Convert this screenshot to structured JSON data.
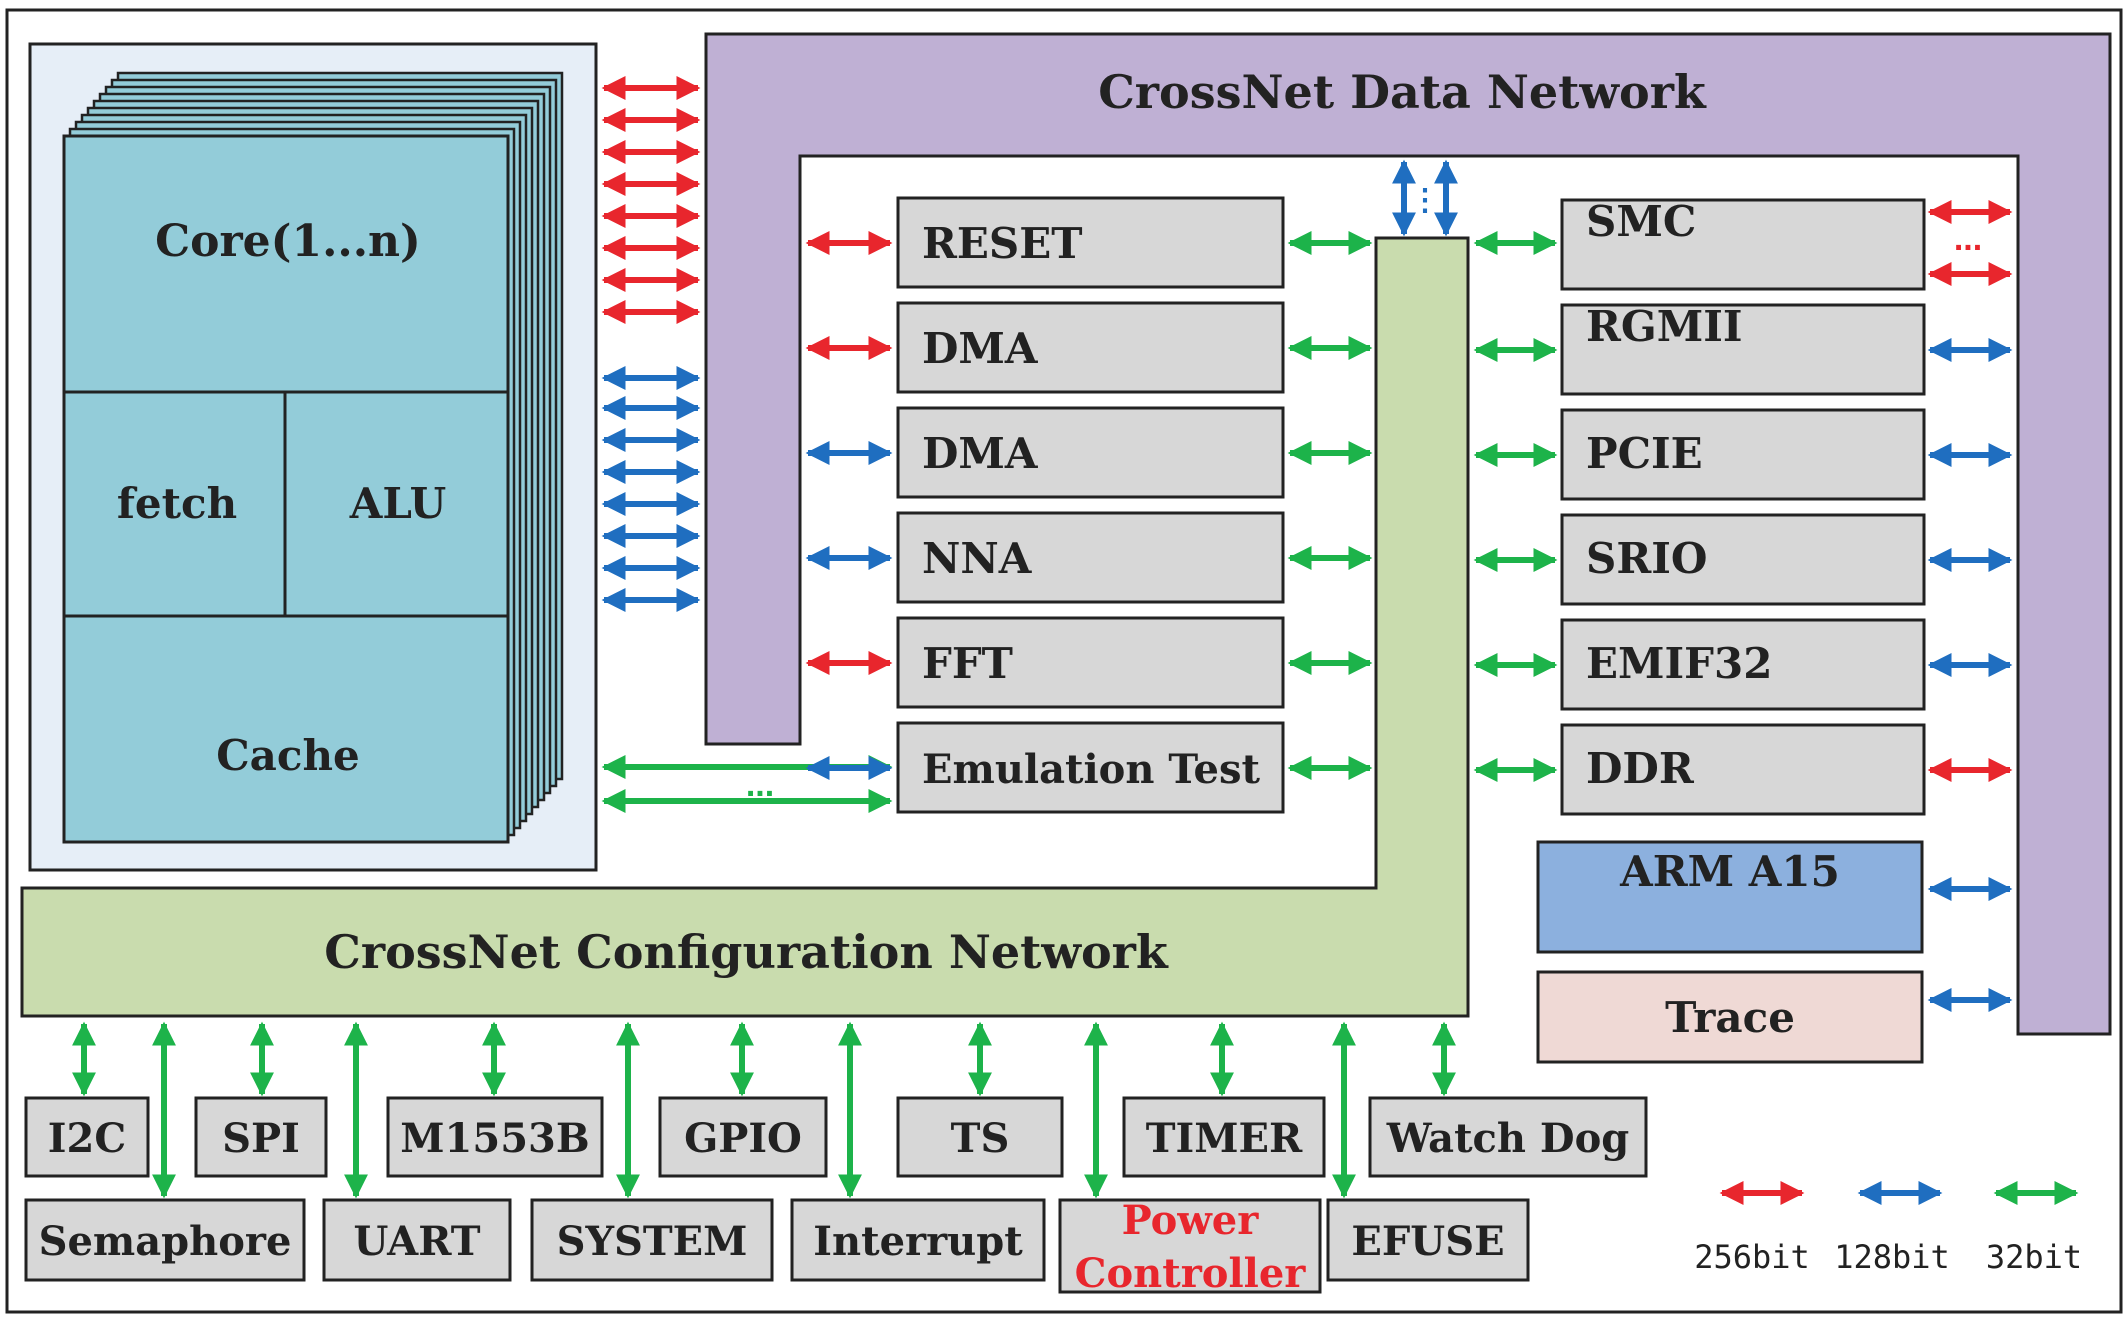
{
  "colors": {
    "red": "#e8262d",
    "blue": "#1f6ec0",
    "green": "#1db34a",
    "purple": "#bfb0d4",
    "config_green": "#c9dcae",
    "core_blue": "#93ccd9",
    "core_panel": "#e6eef7",
    "box_gray": "#d7d7d7",
    "arm_blue": "#8cb0de",
    "trace_pink": "#efd9d5",
    "power_red": "#e8262d"
  },
  "data_network": {
    "title": "CrossNet Data Network"
  },
  "config_network": {
    "title": "CrossNet Configuration Network"
  },
  "core_cluster": {
    "core_label": "Core(1...n)",
    "fetch_label": "fetch",
    "alu_label": "ALU",
    "cache_label": "Cache",
    "link_ellipsis": "..."
  },
  "middle_modules": [
    {
      "label": "RESET",
      "left_link": "red"
    },
    {
      "label": "DMA",
      "left_link": "red"
    },
    {
      "label": "DMA",
      "left_link": "blue"
    },
    {
      "label": "NNA",
      "left_link": "blue"
    },
    {
      "label": "FFT",
      "left_link": "red"
    },
    {
      "label": "Emulation Test",
      "left_link": "blue"
    }
  ],
  "right_modules": [
    {
      "label": "SMC",
      "right_link": "red"
    },
    {
      "label": "RGMII",
      "right_link": "blue"
    },
    {
      "label": "PCIE",
      "right_link": "blue"
    },
    {
      "label": "SRIO",
      "right_link": "blue"
    },
    {
      "label": "EMIF32",
      "right_link": "blue"
    },
    {
      "label": "DDR",
      "right_link": "red"
    }
  ],
  "smc_ellipsis": "...",
  "arm": {
    "label": "ARM A15"
  },
  "trace": {
    "label": "Trace"
  },
  "peripherals_row1": [
    {
      "label": "I2C"
    },
    {
      "label": "SPI"
    },
    {
      "label": "M1553B"
    },
    {
      "label": "GPIO"
    },
    {
      "label": "TS"
    },
    {
      "label": "TIMER"
    },
    {
      "label": "Watch Dog"
    }
  ],
  "peripherals_row2": [
    {
      "label": "Semaphore"
    },
    {
      "label": "UART"
    },
    {
      "label": "SYSTEM"
    },
    {
      "label": "Interrupt"
    },
    {
      "label": "Power",
      "label2": "Controller"
    },
    {
      "label": "EFUSE"
    }
  ],
  "legend": [
    {
      "label": "256bit",
      "color": "red"
    },
    {
      "label": "128bit",
      "color": "blue"
    },
    {
      "label": "32bit",
      "color": "green"
    }
  ]
}
